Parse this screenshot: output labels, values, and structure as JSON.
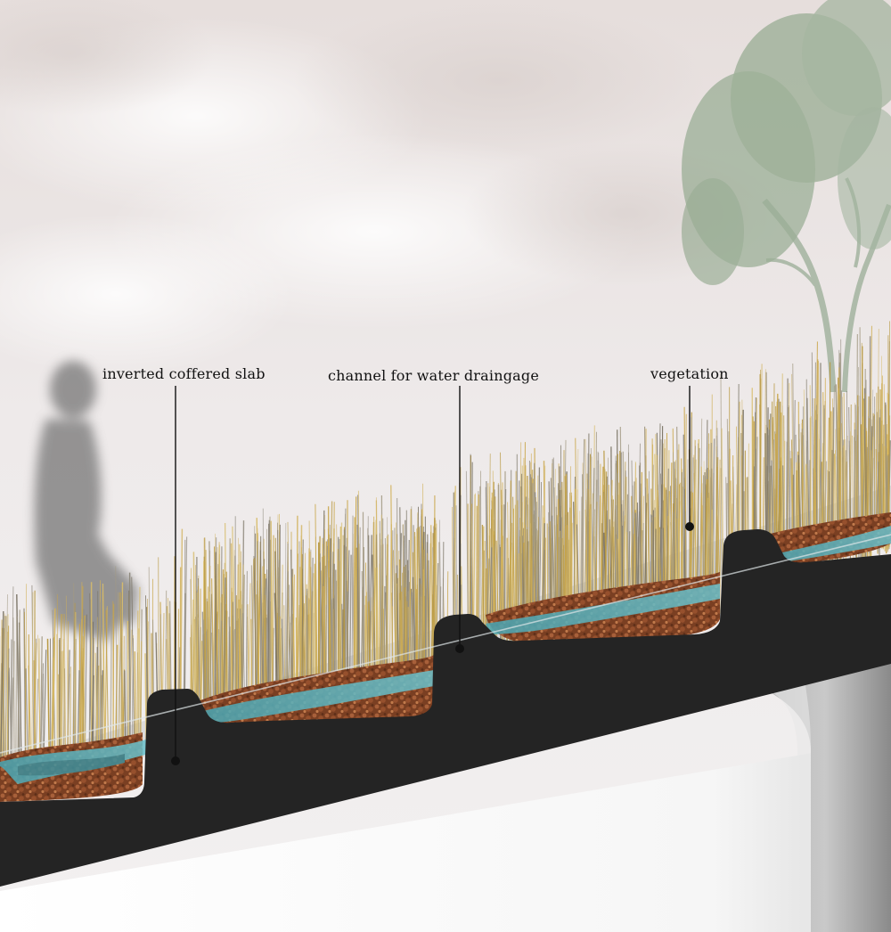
{
  "annotations": {
    "slab": {
      "text": "inverted coffered slab"
    },
    "channel": {
      "text": "channel for water draingage"
    },
    "vegetation": {
      "text": "vegetation"
    }
  },
  "colors": {
    "sky": "#e9e6e6",
    "slab": "#242424",
    "soil": "#8a4a2a",
    "water": "#5fb3bf",
    "grass": "#c9a64a",
    "tree": "#93a88f",
    "wall": "#ffffff"
  },
  "elements": [
    "person-silhouette-icon",
    "tree-icon",
    "grass-vegetation",
    "soil",
    "water-channel",
    "concrete-slab",
    "support-column"
  ]
}
